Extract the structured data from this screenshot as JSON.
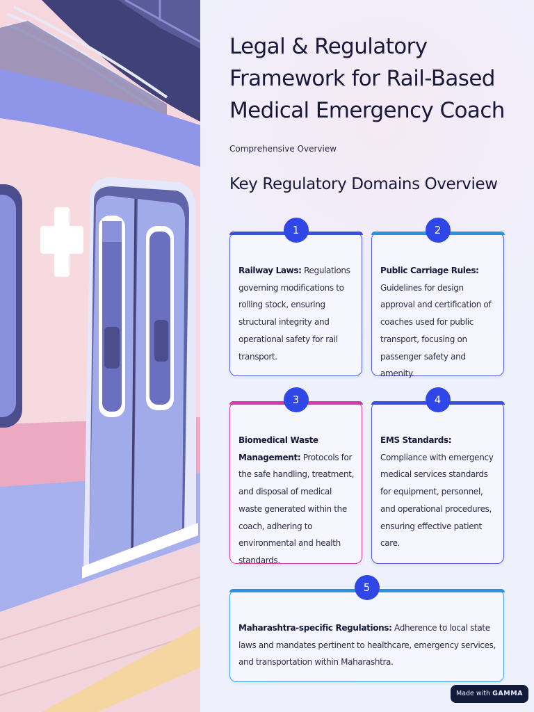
{
  "page": {
    "title": "Legal & Regulatory Framework for Rail-Based Medical Emergency Coach",
    "subtitle": "Comprehensive Overview",
    "section_heading": "Key Regulatory Domains Overview"
  },
  "cards": [
    {
      "number": "1",
      "bold": "Railway Laws:",
      "text": " Regulations governing modifications to rolling stock, ensuring structural integrity and operational safety for rail transport.",
      "accent": "#3b4fe0"
    },
    {
      "number": "2",
      "bold": "Public Carriage Rules:",
      "text": " Guidelines for design approval and certification of coaches used for public transport, focusing on passenger safety and amenity.",
      "accent": "#2a93e0"
    },
    {
      "number": "3",
      "bold": "Biomedical Waste Management:",
      "text": " Protocols for the safe handling, treatment, and disposal of medical waste generated within the coach, adhering to environmental and health standards.",
      "accent": "#d63aa7"
    },
    {
      "number": "4",
      "bold": "EMS Standards:",
      "text": " Compliance with emergency medical services standards for equipment, personnel, and operational procedures, ensuring effective patient care.",
      "accent": "#3b4fe0"
    },
    {
      "number": "5",
      "bold": "Maharashtra-specific Regulations:",
      "text": " Adherence to local state laws and mandates pertinent to healthcare, emergency services, and transportation within Maharashtra.",
      "accent": "#2a93e0"
    }
  ],
  "footer": {
    "made_with": "Made with",
    "brand": "GAMMA"
  },
  "colors": {
    "badge": "#2f47e6",
    "card_border": "#4d5ce8",
    "title": "#17183a"
  },
  "icons": [
    "medical-cross-icon"
  ]
}
